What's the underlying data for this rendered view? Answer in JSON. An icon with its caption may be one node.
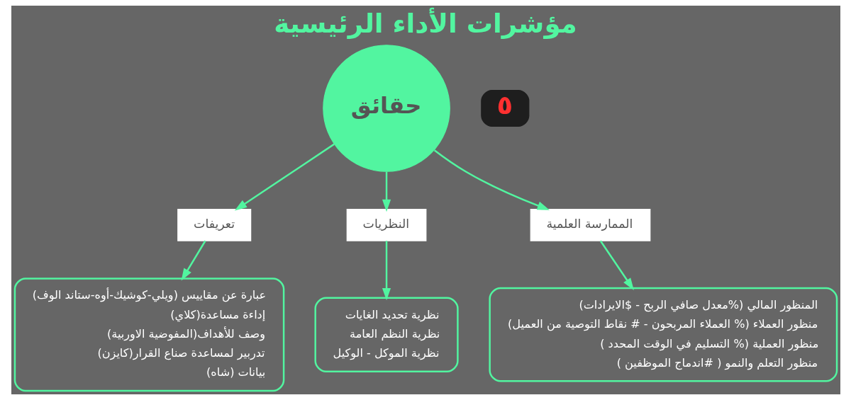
{
  "diagram": {
    "title": "مؤشرات الأداء الرئيسية",
    "nodes": [
      {
        "text": [
          "حقائق"
        ]
      },
      {
        "text": [
          "تعريفات"
        ]
      },
      {
        "text": [
          "عبارة عن مقاييس (ويلي-كوشيك-أوه-ستاند الوف)",
          "إداءة مساعدة(كلاي)",
          "وصف للأهداف(المفوضية الاوربية)",
          "تدربير لمساعدة صناع القرار(كايزن)",
          "بيانات (شاه)"
        ]
      },
      {
        "text": [
          "النظريات"
        ]
      },
      {
        "text": [
          "نظرية تحديد الغايات",
          "نظرية النظم العامة",
          "نظرية الموكل - الوكيل"
        ]
      },
      {
        "text": [
          "الممارسة العلمية"
        ]
      },
      {
        "text": [
          "المنظور المالي (%معدل صافي الربح - $الايرادات)",
          "منظور العملاء (% العملاء المربحون - # نقاط التوصية من العميل)",
          "منظور العملية (% التسليم في الوقت المحدد )",
          "منظور التعلم والنمو ( #اندماج الموظفين )"
        ]
      }
    ],
    "edges": [
      {
        "from": 0,
        "to": 1,
        "arrow": "to"
      },
      {
        "from": 1,
        "to": 2,
        "arrow": "to"
      },
      {
        "from": 0,
        "to": 3,
        "arrow": "to"
      },
      {
        "from": 3,
        "to": 4,
        "arrow": "to"
      },
      {
        "from": 0,
        "to": 5,
        "arrow": "to"
      },
      {
        "from": 5,
        "to": 6,
        "arrow": "to"
      }
    ],
    "labels": [
      "٥"
    ]
  }
}
